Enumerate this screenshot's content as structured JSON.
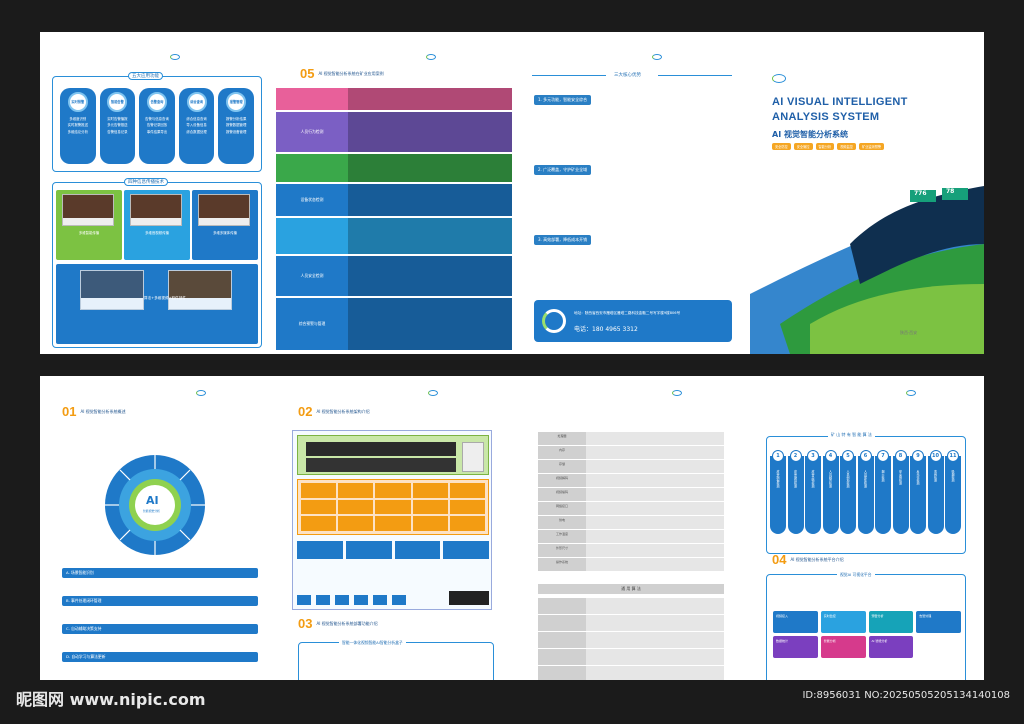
{
  "company": "",
  "p1": {
    "five_functions": {
      "title": "五大应用功能",
      "items": [
        {
          "name": "实时预警",
          "lines": [
            "多维度识别",
            "实时报警推送",
            "多维结论分析"
          ]
        },
        {
          "name": "智能告警",
          "lines": [
            "实时告警播报",
            "多元告警推送",
            "告警信息记录"
          ]
        },
        {
          "name": "告警查询",
          "lines": [
            "告警与信息查询",
            "告警记录回放",
            "事件结果导出"
          ]
        },
        {
          "name": "综合查询",
          "lines": [
            "综合信息查询",
            "导入设备信息",
            "综合数据处理"
          ]
        },
        {
          "name": "报警管理",
          "lines": [
            "报警分析结果",
            "报警数据管理",
            "报警设备管理"
          ]
        }
      ]
    },
    "four_plus": {
      "title": "四种信息传播技术",
      "items": [
        {
          "title": "多维智能传播",
          "desc": ""
        },
        {
          "title": "多维音视频传播",
          "desc": ""
        },
        {
          "title": "多维多媒体传播",
          "desc": ""
        }
      ],
      "bottom_title": "算法+多维视频+软件部件",
      "bottom_desc": ""
    }
  },
  "p2": {
    "num": "05",
    "title": "AI 视觉智能分析系统在矿业应用案例",
    "rows": [
      {
        "label": "",
        "body": ""
      },
      {
        "label": "人员行为检测",
        "body": ""
      },
      {
        "label": "",
        "body": ""
      },
      {
        "label": "设备状态检测",
        "body": ""
      },
      {
        "label": "",
        "body": ""
      },
      {
        "label": "人员安全检测",
        "body": ""
      },
      {
        "label": "综合预警与管理",
        "body": ""
      }
    ]
  },
  "p3": {
    "title": "三大核心优势",
    "sections": [
      {
        "head": "1. 多元功能，智能安全综合",
        "body": ""
      },
      {
        "head": "2. 广泛覆盖，守护矿业全域",
        "body": ""
      },
      {
        "head": "3. 高效部署，降低成本开销",
        "body": ""
      }
    ],
    "address": "地址：陕西省西安市雁塔区雁塔二路科技金融二号写字楼9楼806号",
    "phone": "电话：180 4965 3312"
  },
  "cover": {
    "title_line1": "AI VISUAL INTELLIGENT",
    "title_line2": "ANALYSIS SYSTEM",
    "title_cn": "AI 视觉智能分析系统",
    "tags": [
      "安全防控",
      "安全管控",
      "智能分析",
      "视频监控",
      "矿业监测预警"
    ],
    "stat1": "776",
    "stat2": "78",
    "footer": "陕西·西安"
  },
  "back1": {
    "num": "01",
    "subtitle": "AI 视觉智能分析系统概述",
    "intro": "",
    "ring_center": "AI",
    "ring_sub": "智能视觉分析",
    "items": [
      {
        "head": "A. 场景智能识别",
        "body": ""
      },
      {
        "head": "B. 事件处理闭环管理",
        "body": ""
      },
      {
        "head": "C. 自动辅助决策支持",
        "body": ""
      },
      {
        "head": "D. 自动学习与算法更新",
        "body": ""
      }
    ]
  },
  "back2": {
    "num": "02",
    "subtitle": "AI 视觉智能分析系统架构介绍",
    "num3": "03",
    "subtitle3": "AI 视觉智能分析系统部署功能介绍",
    "box_title": "智能一体化视频智能AI智能分析盒子",
    "box_body": ""
  },
  "back3": {
    "spec_rows": [
      {
        "k": "处理器",
        "v": ""
      },
      {
        "k": "内存",
        "v": ""
      },
      {
        "k": "存储",
        "v": ""
      },
      {
        "k": "视频解码",
        "v": ""
      },
      {
        "k": "视频编码",
        "v": ""
      },
      {
        "k": "网络接口",
        "v": ""
      },
      {
        "k": "供电",
        "v": ""
      },
      {
        "k": "工作温度",
        "v": ""
      },
      {
        "k": "外形尺寸",
        "v": ""
      },
      {
        "k": "操作系统",
        "v": ""
      }
    ],
    "algo_title": "通 用 算 法",
    "algo_rows": [
      {
        "k": "",
        "v": ""
      },
      {
        "k": "",
        "v": ""
      },
      {
        "k": "",
        "v": ""
      },
      {
        "k": "",
        "v": ""
      },
      {
        "k": "",
        "v": ""
      }
    ]
  },
  "back4": {
    "algo_title": "矿 山 特 有 智 能 算 法",
    "steps": [
      {
        "n": "1",
        "t": "皮带跑偏检测"
      },
      {
        "n": "2",
        "t": "皮带撕裂检测"
      },
      {
        "n": "3",
        "t": "皮带异物检测"
      },
      {
        "n": "4",
        "t": "人员越界检测"
      },
      {
        "n": "5",
        "t": "人员倒地检测"
      },
      {
        "n": "6",
        "t": "人员聚集检测"
      },
      {
        "n": "7",
        "t": "烟火检测"
      },
      {
        "n": "8",
        "t": "安全帽检测"
      },
      {
        "n": "9",
        "t": "反光衣检测"
      },
      {
        "n": "10",
        "t": "离岗检测"
      },
      {
        "n": "11",
        "t": "吸烟检测"
      }
    ],
    "num": "04",
    "subtitle": "AI 视觉智能分析系统平台介绍",
    "platform_title": "视觉AI 可视化平台",
    "platform_body": "",
    "chips": [
      {
        "t": "视频接入",
        "c": "#1f79c8"
      },
      {
        "t": "实时监控",
        "c": "#2aa2e0"
      },
      {
        "t": "预警分析",
        "c": "#16a3b8"
      },
      {
        "t": "告警处理",
        "c": "#1f79c8"
      },
      {
        "t": "数据统计",
        "c": "#7b3fbf"
      },
      {
        "t": "智能分析",
        "c": "#d63a8c"
      },
      {
        "t": "AI 智能分析",
        "c": "#7b3fbf"
      }
    ]
  },
  "watermark": {
    "site": "昵图网 www.nipic.com",
    "id": "ID:8956031 NO:20250505205134140108"
  }
}
